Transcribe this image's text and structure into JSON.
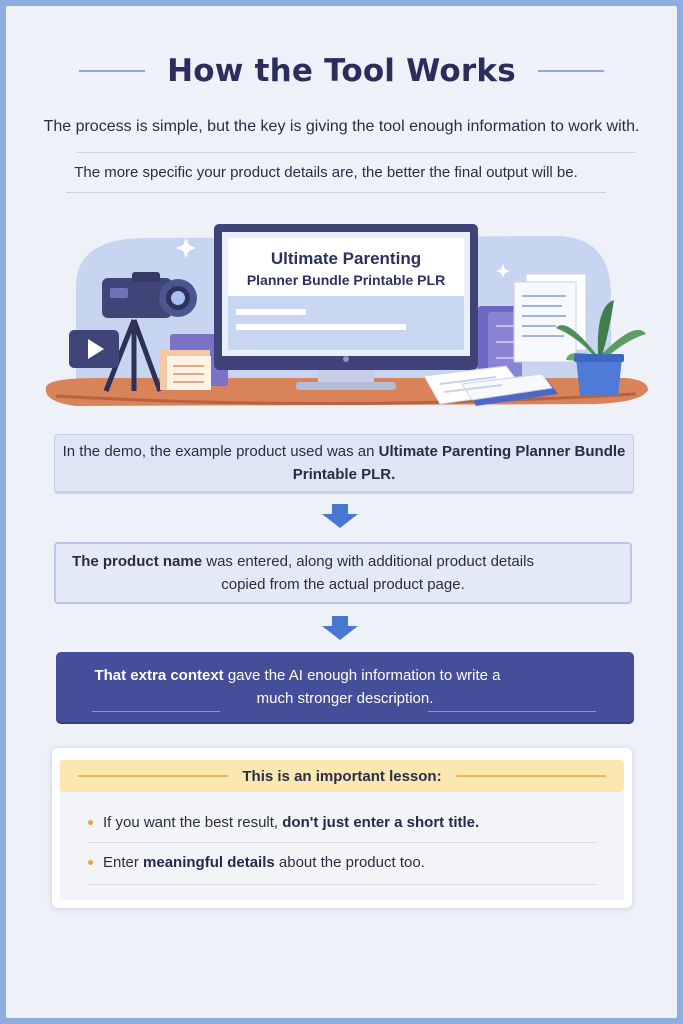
{
  "title": "How the Tool Works",
  "intro": {
    "line1": "The process is simple, but the key is giving the tool enough information to work with.",
    "line2": "The more specific your product details are, the better the final output will be."
  },
  "illustration": {
    "screen_title_1": "Ultimate Parenting",
    "screen_title_2": "Planner Bundle Printable PLR"
  },
  "steps": [
    {
      "pre": "In the demo, the example product used was an ",
      "bold": "Ultimate Parenting Planner Bundle",
      "line2": "Printable PLR."
    },
    {
      "bold": "The product name",
      "post": " was entered, along with additional product details",
      "line2": "copied from the actual product page."
    },
    {
      "bold": "That extra context",
      "post": " gave the AI enough information to write a",
      "line2": "much stronger description."
    }
  ],
  "lesson": {
    "title": "This is an important lesson:",
    "bullets": [
      {
        "pre": "If you want the best result, ",
        "bold": "don't just enter a short title.",
        "post": ""
      },
      {
        "pre": "Enter ",
        "bold": "meaningful details",
        "post": " about the product too."
      }
    ]
  },
  "colors": {
    "frame": "#8faee0",
    "title": "#2b2d5c",
    "accent_dark": "#454e98",
    "arrow": "#4a78d0",
    "lesson_header": "#fbe7b0",
    "bullet": "#f0a23c"
  }
}
